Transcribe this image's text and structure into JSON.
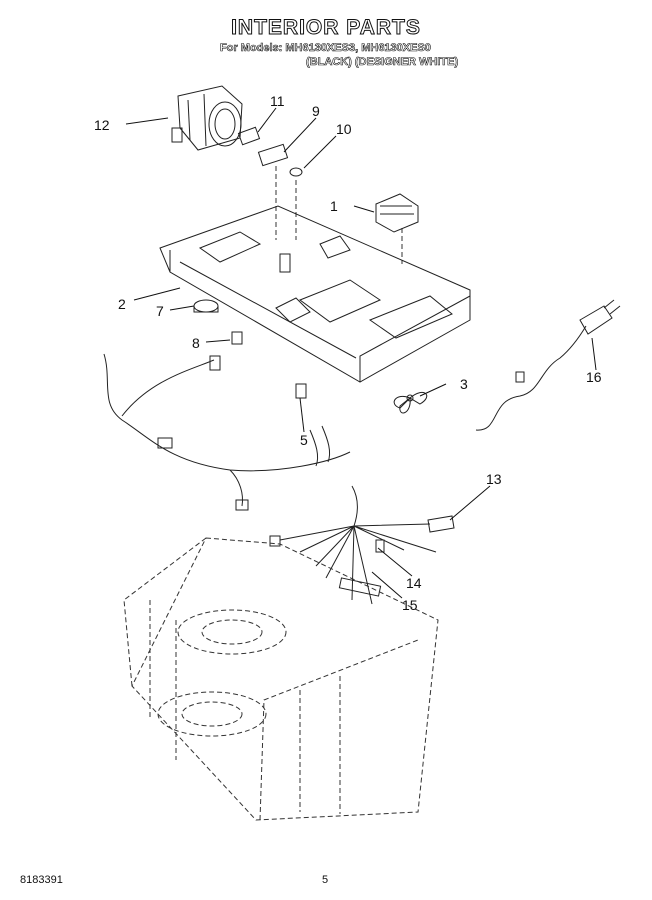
{
  "header": {
    "title": "INTERIOR PARTS",
    "models_line": "For Models: MH6130XES3, MH6130XES0",
    "colors_line": "(BLACK) (DESIGNER WHITE)"
  },
  "callouts": [
    {
      "number": "1"
    },
    {
      "number": "2"
    },
    {
      "number": "3"
    },
    {
      "number": "5"
    },
    {
      "number": "7"
    },
    {
      "number": "8"
    },
    {
      "number": "9"
    },
    {
      "number": "10"
    },
    {
      "number": "11"
    },
    {
      "number": "12"
    },
    {
      "number": "13"
    },
    {
      "number": "14"
    },
    {
      "number": "15"
    },
    {
      "number": "16"
    }
  ],
  "footer": {
    "left_code": "8183391",
    "page_number": "5"
  }
}
